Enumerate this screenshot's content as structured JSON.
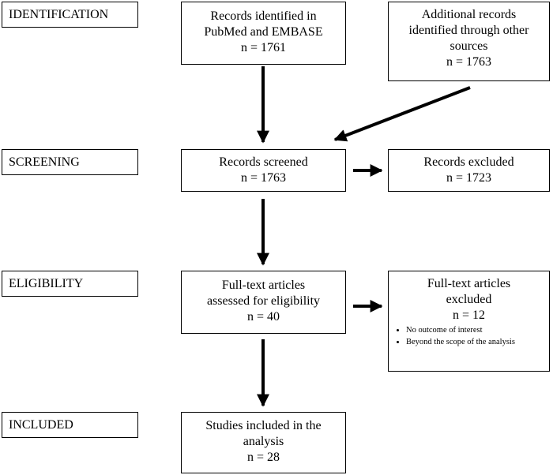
{
  "stages": {
    "identification": "IDENTIFICATION",
    "screening": "SCREENING",
    "eligibility": "ELIGIBILITY",
    "included": "INCLUDED"
  },
  "boxes": {
    "pubmed": {
      "line1": "Records identified in",
      "line2": "PubMed and EMBASE",
      "n": "n = 1761"
    },
    "other": {
      "line1": "Additional records",
      "line2": "identified through other",
      "line3": "sources",
      "n": "n = 1763"
    },
    "screened": {
      "line1": "Records screened",
      "n": "n = 1763"
    },
    "excluded": {
      "line1": "Records excluded",
      "n": "n = 1723"
    },
    "fulltext": {
      "line1": "Full-text articles",
      "line2": "assessed for eligibility",
      "n": "n = 40"
    },
    "fulltext_excluded": {
      "line1": "Full-text articles",
      "line2": "excluded",
      "n": "n = 12",
      "reasons": [
        "No outcome of interest",
        "Beyond the scope of the analysis"
      ]
    },
    "included": {
      "line1": "Studies included in the",
      "line2": "analysis",
      "n": "n = 28"
    }
  }
}
